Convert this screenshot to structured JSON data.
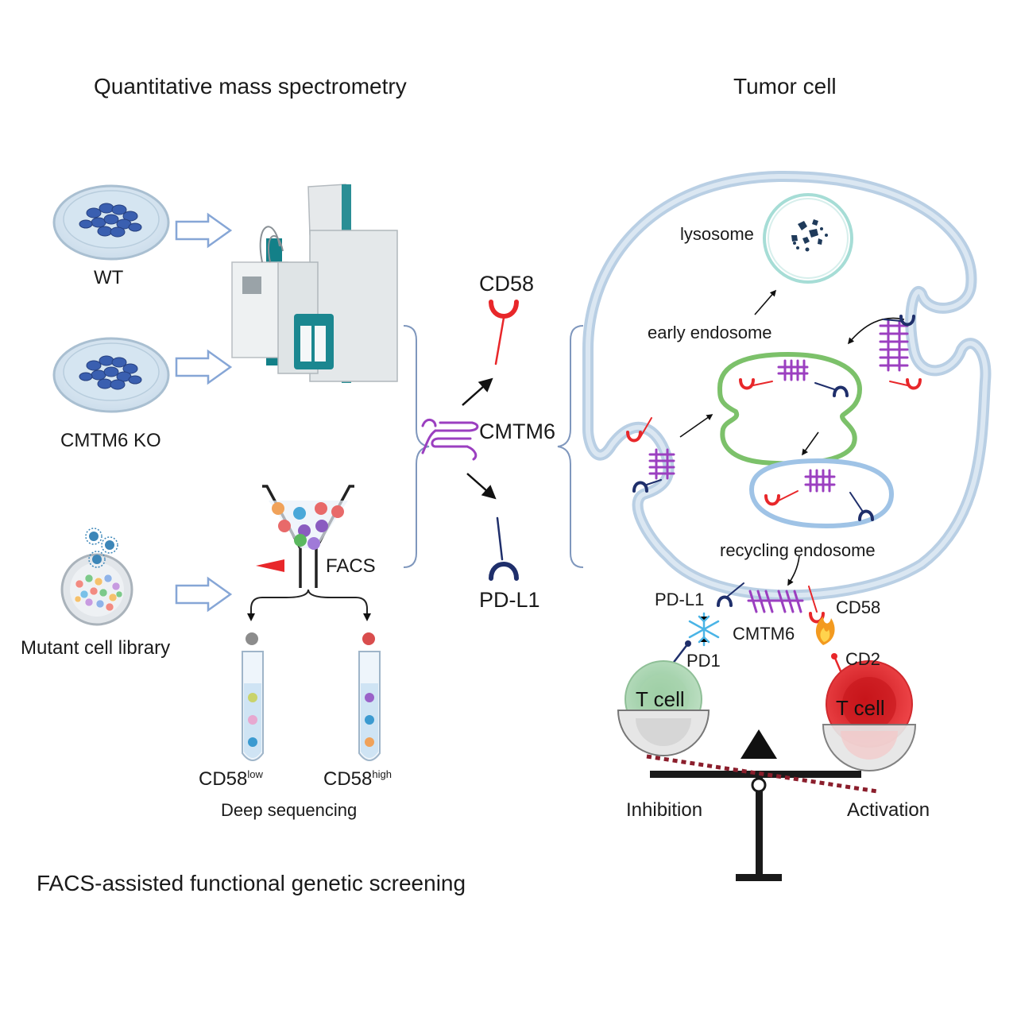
{
  "titles": {
    "mass_spec": "Quantitative mass spectrometry",
    "tumor_cell": "Tumor cell",
    "screening": "FACS-assisted functional genetic screening"
  },
  "left": {
    "wt": "WT",
    "ko": "CMTM6 KO",
    "mutant": "Mutant cell library",
    "facs": "FACS",
    "cd58": "CD58",
    "low": "low",
    "high": "high",
    "deep_seq": "Deep sequencing"
  },
  "middle": {
    "cd58": "CD58",
    "cmtm6": "CMTM6",
    "pdl1": "PD-L1"
  },
  "cell": {
    "lysosome": "lysosome",
    "early_endosome": "early endosome",
    "recycling_endosome": "recycling endosome",
    "pdl1": "PD-L1",
    "cmtm6": "CMTM6",
    "cd58": "CD58",
    "pd1": "PD1",
    "cd2": "CD2",
    "tcell_left": "T cell",
    "tcell_right": "T cell",
    "inhibition": "Inhibition",
    "activation": "Activation"
  },
  "colors": {
    "cd58": "#e8272a",
    "pdl1": "#1f2f6b",
    "cmtm6": "#9b3fc0",
    "early_endosome": "#7cc16a",
    "recycling_endosome": "#9fc3e6",
    "lysosome": "#9fdad2",
    "tumor_membrane": "#b9cfe4",
    "tcell_inhibited": "#7fbf8a",
    "tcell_active": "#e3262b"
  }
}
